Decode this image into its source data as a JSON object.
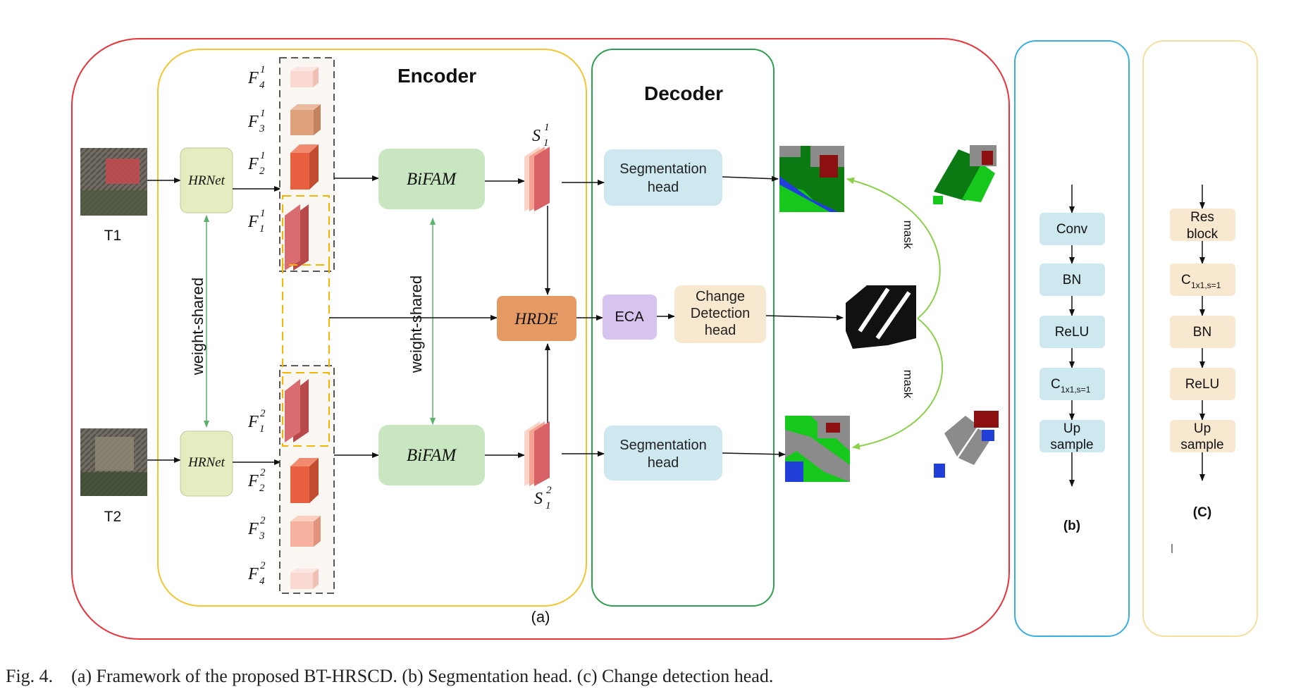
{
  "panel_a": {
    "inputs": {
      "t1": "T1",
      "t2": "T2"
    },
    "encoder_title": "Encoder",
    "decoder_title": "Decoder",
    "backbone_label": "HRNet",
    "weight_shared_label": "weight-shared",
    "feature_labels_t1": [
      {
        "base": "F",
        "sub": "4",
        "sup": "1"
      },
      {
        "base": "F",
        "sub": "3",
        "sup": "1"
      },
      {
        "base": "F",
        "sub": "2",
        "sup": "1"
      },
      {
        "base": "F",
        "sub": "1",
        "sup": "1"
      }
    ],
    "feature_labels_t2": [
      {
        "base": "F",
        "sub": "1",
        "sup": "2"
      },
      {
        "base": "F",
        "sub": "2",
        "sup": "2"
      },
      {
        "base": "F",
        "sub": "3",
        "sup": "2"
      },
      {
        "base": "F",
        "sub": "4",
        "sup": "2"
      }
    ],
    "bifam_label": "BiFAM",
    "s1_label": {
      "base": "S",
      "sub": "1",
      "sup": "1"
    },
    "s2_label": {
      "base": "S",
      "sub": "1",
      "sup": "2"
    },
    "hrde_label": "HRDE",
    "eca_label": "ECA",
    "seg_head_lines": [
      "Segmentation",
      "head"
    ],
    "cd_head_lines": [
      "Change",
      "Detection",
      "head"
    ],
    "mask_label": "mask",
    "panel_label": "(a)"
  },
  "panel_b": {
    "items": [
      {
        "lines": [
          "Conv"
        ]
      },
      {
        "lines": [
          "BN"
        ]
      },
      {
        "lines": [
          "ReLU"
        ]
      },
      {
        "lines": [
          "C"
        ],
        "sub": "1x1,s=1"
      },
      {
        "lines": [
          "Up",
          "sample"
        ]
      }
    ],
    "label": "(b)"
  },
  "panel_c": {
    "items": [
      {
        "lines": [
          "Res",
          "block"
        ]
      },
      {
        "lines": [
          "C"
        ],
        "sub": "1x1,s=1"
      },
      {
        "lines": [
          "BN"
        ]
      },
      {
        "lines": [
          "ReLU"
        ]
      },
      {
        "lines": [
          "Up",
          "sample"
        ]
      }
    ],
    "label": "(C)"
  },
  "caption": "Fig. 4.    (a) Framework of the proposed BT-HRSCD. (b) Segmentation head. (c) Change detection head.",
  "colors": {
    "outer_frame": "#e8333a",
    "encoder_frame": "#f2c531",
    "decoder_frame": "#2e9e4f",
    "panel_b_frame": "#3aaee0",
    "panel_c_frame": "#f5dfa0",
    "hrnet_fill": "#e4edbf",
    "bifam_fill": "#c8e6c0",
    "hrde_fill": "#e59a64",
    "eca_fill": "#d7c4ee",
    "seg_fill": "#cde9ef",
    "cd_fill": "#f7e8cf",
    "weight_arrow": "#5bb06c",
    "mask_arrow": "#8bd04b",
    "dashed_orange": "#f4b400",
    "green_land": "#0b7a12",
    "bright_green": "#16c81c",
    "gray_land": "#8b8b8b",
    "water_blue": "#1f3fd8",
    "building_red": "#8c1010"
  }
}
